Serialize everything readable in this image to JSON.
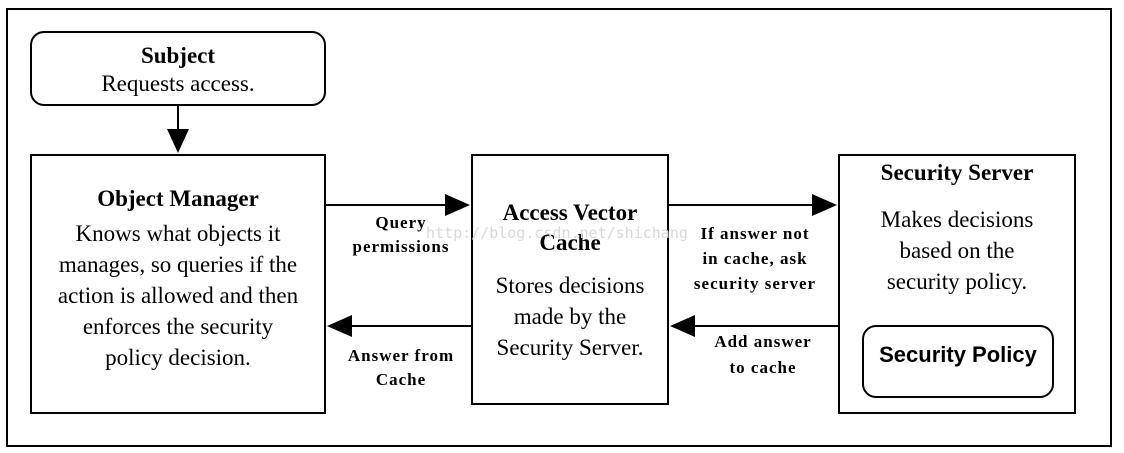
{
  "subject": {
    "title": "Subject",
    "desc": "Requests access."
  },
  "object_manager": {
    "title": "Object Manager",
    "lines": [
      "Knows what objects it",
      "manages, so queries if the",
      "action is allowed and then",
      "enforces the security",
      "policy decision."
    ]
  },
  "avc": {
    "title_lines": [
      "Access Vector",
      "Cache"
    ],
    "lines": [
      "Stores decisions",
      "made by the",
      "Security Server."
    ]
  },
  "security_server": {
    "title": "Security Server",
    "lines": [
      "Makes decisions",
      "based on the",
      "security policy."
    ],
    "policy": "Security Policy"
  },
  "edges": {
    "query": [
      "Query",
      "permissions"
    ],
    "answer_from_cache": [
      "Answer from",
      "Cache"
    ],
    "ask_server": [
      "If answer not",
      "in cache, ask",
      "security server"
    ],
    "add_answer": [
      "Add answer",
      "to cache"
    ]
  },
  "watermark": "http://blog.csdn.net/shichang"
}
